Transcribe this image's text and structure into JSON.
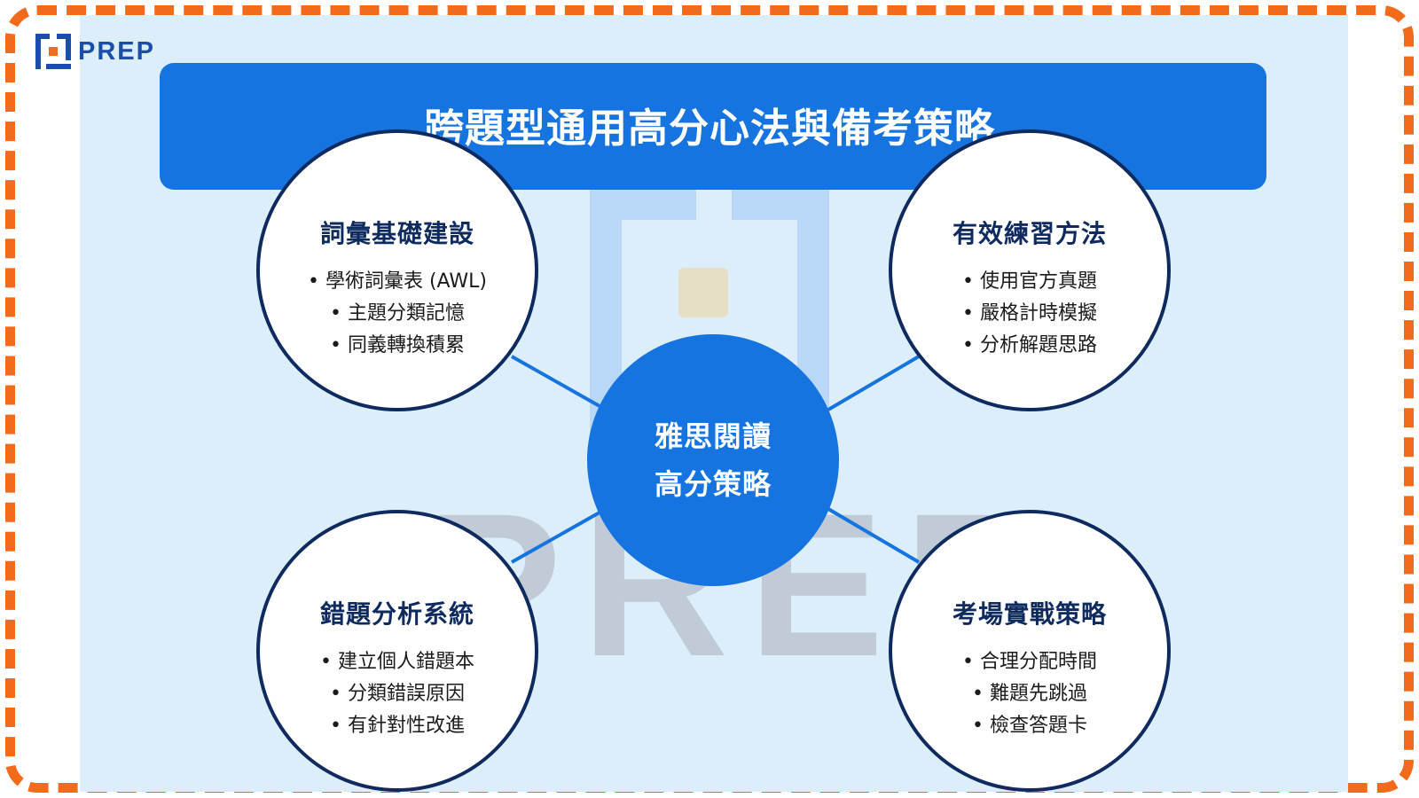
{
  "brand": {
    "name": "PREP",
    "orange": "#f26a1b",
    "blue": "#1674e0",
    "navy": "#0e2a5e"
  },
  "title": "跨題型通用高分心法與備考策略",
  "center": {
    "line1": "雅思閱讀",
    "line2": "高分策略"
  },
  "nodes": [
    {
      "title": "詞彙基礎建設",
      "items": [
        "學術詞彙表 (AWL)",
        "主題分類記憶",
        "同義轉換積累"
      ]
    },
    {
      "title": "有效練習方法",
      "items": [
        "使用官方真題",
        "嚴格計時模擬",
        "分析解題思路"
      ]
    },
    {
      "title": "錯題分析系統",
      "items": [
        "建立個人錯題本",
        "分類錯誤原因",
        "有針對性改進"
      ]
    },
    {
      "title": "考場實戰策略",
      "items": [
        "合理分配時間",
        "難題先跳過",
        "檢查答題卡"
      ]
    }
  ]
}
